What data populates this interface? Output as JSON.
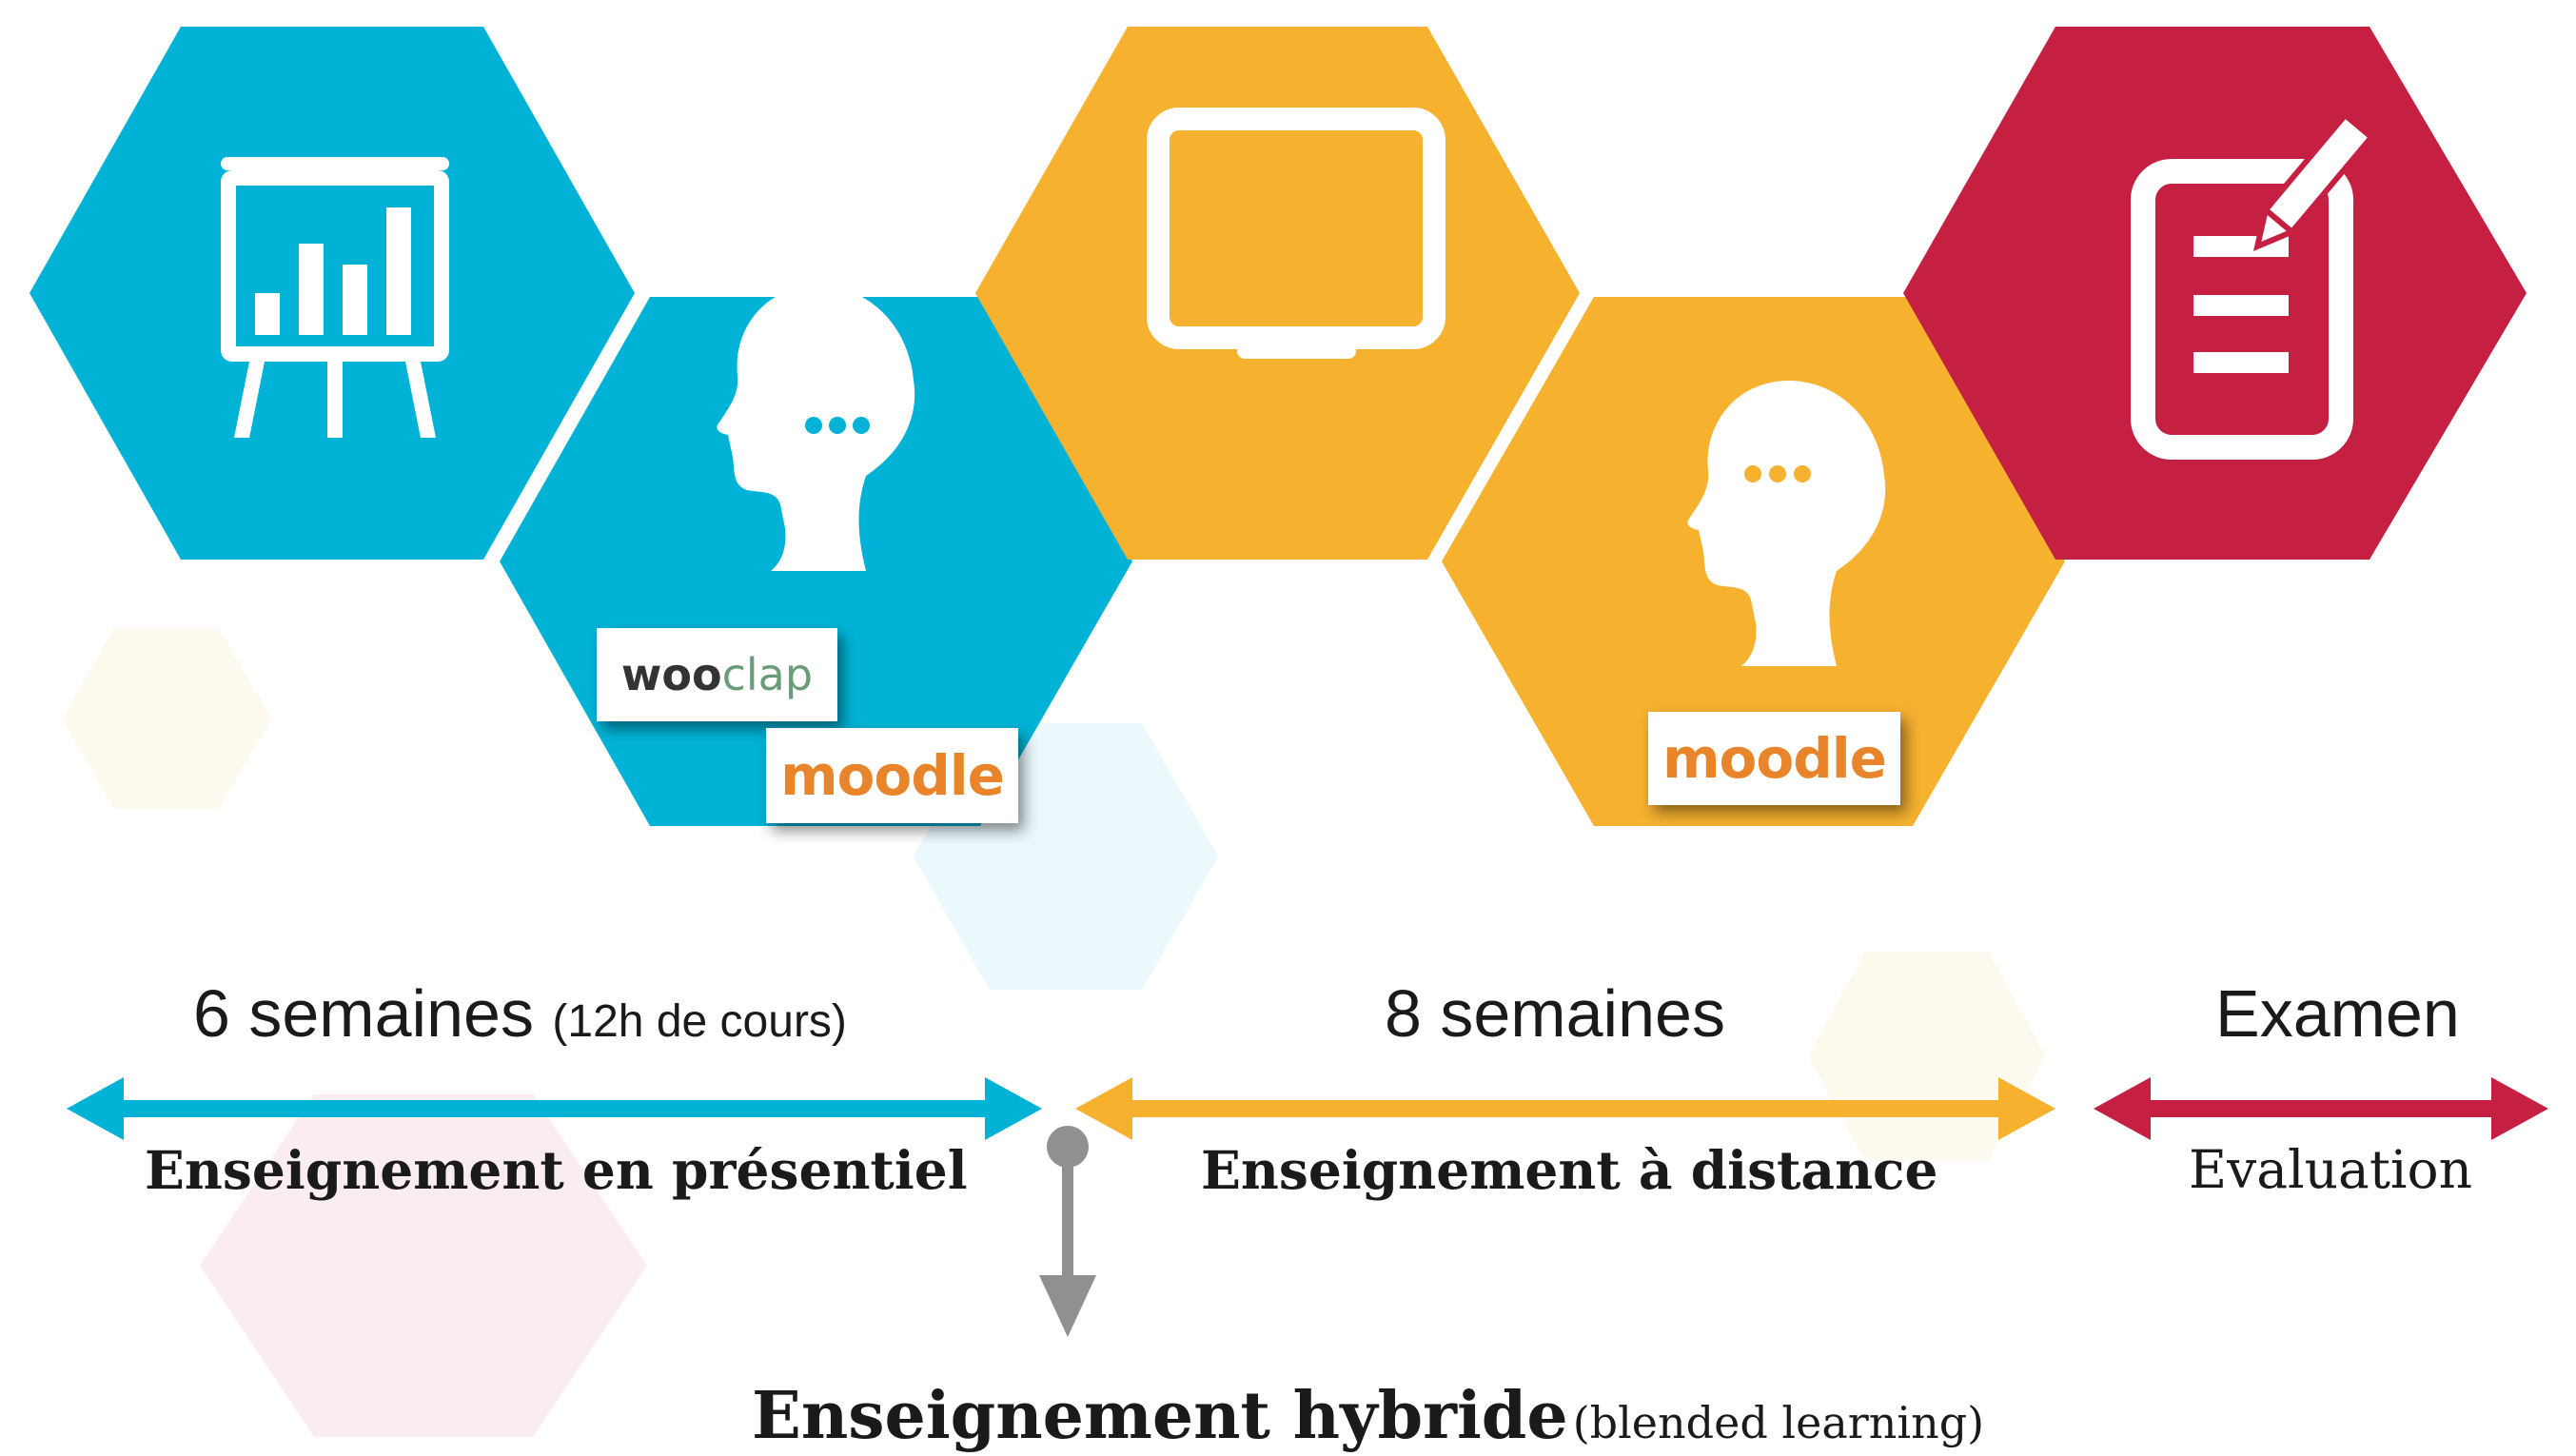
{
  "colors": {
    "blue": "#00b3d6",
    "orange": "#f6b12f",
    "red": "#c51f41",
    "grey": "#8e9092",
    "white": "#ffffff"
  },
  "icons": {
    "presentation": "presentation-board-chart-icon",
    "head_left": "thinking-head-icon",
    "monitor": "computer-monitor-icon",
    "head_right": "thinking-head-icon",
    "exam": "document-pencil-icon"
  },
  "logos": {
    "wooclap_part1": "woo",
    "wooclap_part2": "clap",
    "moodle_left": "moodle",
    "moodle_right": "moodle"
  },
  "phases": [
    {
      "duration": "6 semaines",
      "note": "(12h de cours)",
      "label": "Enseignement en présentiel",
      "color": "#00b3d6"
    },
    {
      "duration": "8 semaines",
      "note": "",
      "label": "Enseignement à distance",
      "color": "#f6b12f"
    },
    {
      "duration": "Examen",
      "note": "",
      "label": "Evaluation",
      "color": "#c51f41"
    }
  ],
  "footer": {
    "title": "Enseignement hybride",
    "subtitle": "(blended learning)"
  }
}
